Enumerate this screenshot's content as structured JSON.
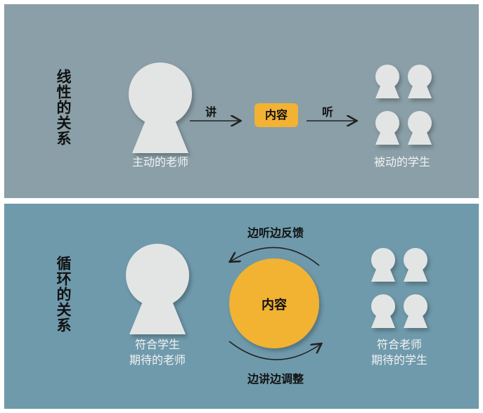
{
  "linear": {
    "title": "线性的关系",
    "teacher_label": "主动的老师",
    "speak": "讲",
    "content": "内容",
    "listen": "听",
    "students_label": "被动的学生"
  },
  "cyclic": {
    "title": "循环的关系",
    "top_arrow_label": "边听边反馈",
    "content": "内容",
    "bottom_arrow_label": "边讲边调整",
    "teacher_label_1": "符合学生",
    "teacher_label_2": "期待的老师",
    "students_label_1": "符合老师",
    "students_label_2": "期待的学生"
  },
  "colors": {
    "top_panel": "#8a9fa8",
    "bottom_panel": "#6f9aab",
    "person": "#e3e5e5",
    "accent": "#f2b233"
  }
}
